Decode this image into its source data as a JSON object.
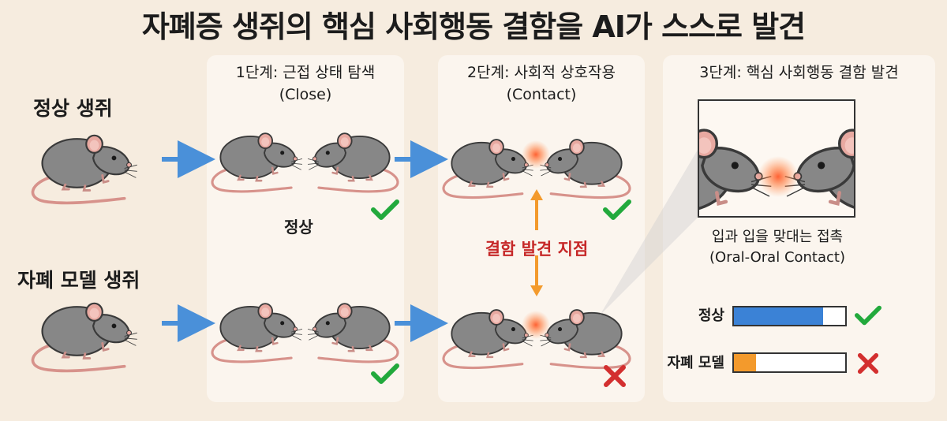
{
  "title": "자폐증 생쥐의 핵심 사회행동 결함을 AI가 스스로 발견",
  "rows": {
    "normal_label": "정상 생쥐",
    "autism_label": "자폐 모델 생쥐"
  },
  "stages": [
    {
      "title": "1단계: 근접 상태 탐색",
      "subtitle": "(Close)"
    },
    {
      "title": "2단계: 사회적 상호작용",
      "subtitle": "(Contact)"
    },
    {
      "title": "3단계: 핵심 사회행동 결함 발견",
      "subtitle": ""
    }
  ],
  "stage1_normal_text": "정상",
  "defect_point_label": "결함 발견 지점",
  "zoom_caption": {
    "line1": "입과 입을 맞대는 접촉",
    "line2": "(Oral-Oral Contact)"
  },
  "bars": [
    {
      "label": "정상",
      "fraction": 0.8,
      "color": "#3b82d6",
      "mark": "check"
    },
    {
      "label": "자폐 모델",
      "fraction": 0.2,
      "color": "#f39a2c",
      "mark": "cross"
    }
  ],
  "colors": {
    "arrow_blue": "#4a90d9",
    "arrow_orange": "#f39a2c",
    "check_green": "#22a93c",
    "cross_red": "#d32f2f",
    "mouse_body": "#878787",
    "mouse_ear": "#e8a9a1",
    "mouse_tail": "#d7928b",
    "glow": "#ff5a2a"
  }
}
